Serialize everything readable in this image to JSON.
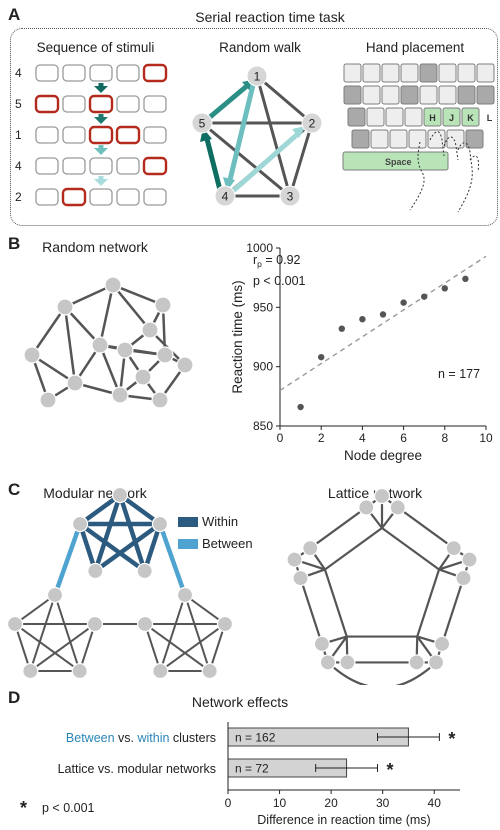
{
  "panelA": {
    "letter": "A",
    "title": "Serial reaction time task",
    "seq_title": "Sequence of stimuli",
    "seq_rows": [
      "4",
      "5",
      "1",
      "4",
      "2"
    ],
    "walk_title": "Random walk",
    "walk_nodes": [
      "1",
      "2",
      "3",
      "4",
      "5"
    ],
    "hand_title": "Hand placement",
    "keys": [
      "H",
      "J",
      "K",
      "L"
    ],
    "space_key": "Space"
  },
  "panelB": {
    "letter": "B",
    "title": "Random network",
    "stat_r": "r",
    "stat_r_sub": "p",
    "stat_r_val": " = 0.92",
    "stat_p": "p < 0.001",
    "stat_n": "n = 177"
  },
  "panelC": {
    "letter": "C",
    "modular_title": "Modular network",
    "lattice_title": "Lattice network",
    "legend_within": "Within",
    "legend_between": "Between",
    "colors": {
      "within": "#2d5b7f",
      "between": "#4fa3d1"
    }
  },
  "panelD": {
    "letter": "D",
    "title": "Network effects",
    "row1_part1": "Between",
    "row1_part2": " vs. ",
    "row1_part3": "within",
    "row1_part4": " clusters",
    "row2_label": "Lattice vs. modular networks",
    "star_note": "p < 0.001",
    "star": "*"
  },
  "chart_data": [
    {
      "type": "scatter",
      "xlabel": "Node degree",
      "ylabel": "Reaction time (ms)",
      "xlim": [
        0,
        10
      ],
      "ylim": [
        850,
        1000
      ],
      "xticks": [
        0,
        2,
        4,
        6,
        8,
        10
      ],
      "yticks": [
        850,
        900,
        950,
        1000
      ],
      "x": [
        1,
        2,
        3,
        4,
        5,
        6,
        7,
        8,
        9
      ],
      "y": [
        866,
        908,
        932,
        940,
        944,
        954,
        959,
        966,
        974
      ],
      "fit_line": {
        "x": [
          0,
          10
        ],
        "y": [
          880,
          993
        ]
      }
    },
    {
      "type": "bar",
      "orientation": "horizontal",
      "categories": [
        "Between vs. within clusters",
        "Lattice vs. modular networks"
      ],
      "values": [
        35,
        23
      ],
      "errors": [
        6,
        6
      ],
      "labels": [
        "n = 162",
        "n = 72"
      ],
      "xlabel": "Difference in reaction time (ms)",
      "xlim": [
        0,
        45
      ],
      "xticks": [
        0,
        10,
        20,
        30,
        40
      ]
    }
  ]
}
